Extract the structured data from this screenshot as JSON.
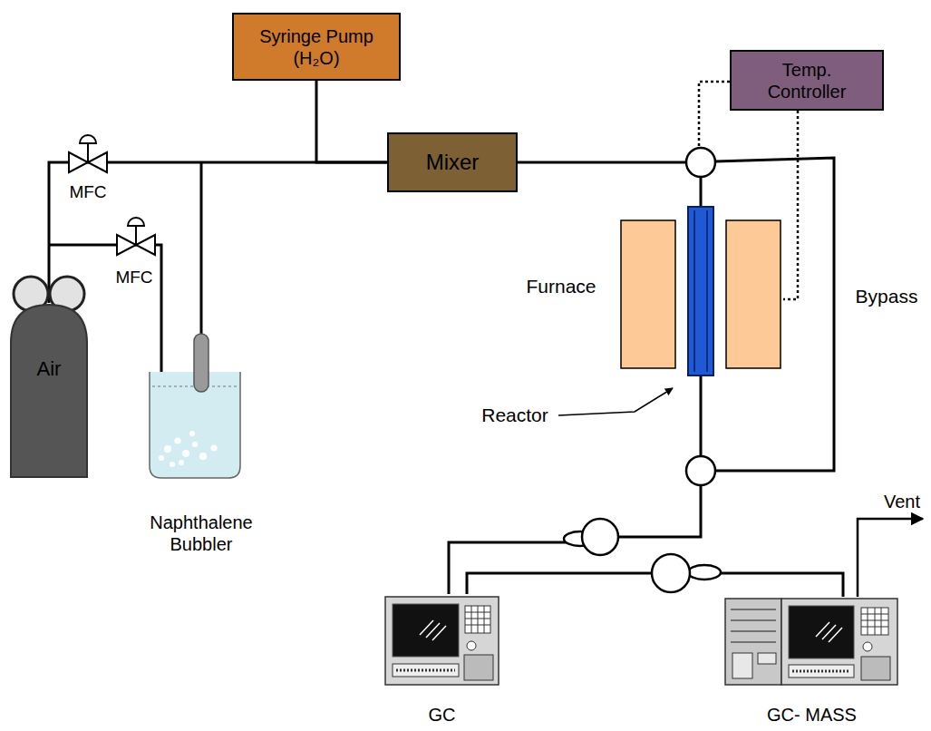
{
  "diagram": {
    "nodes": [
      {
        "text": [
          "Syringe Pump (H₂O)"
        ]
      },
      {
        "text": [
          "Temp. Controller"
        ]
      },
      {
        "text": [
          "Mixer"
        ]
      },
      {
        "text": [
          "Air"
        ]
      },
      {
        "text": [
          "GC"
        ]
      },
      {
        "text": [
          "GC- MASS"
        ]
      }
    ],
    "edges": [
      {
        "from": 0,
        "to": 2,
        "arrow": "none"
      },
      {
        "from": 3,
        "to": 2,
        "arrow": "none"
      },
      {
        "from": 4,
        "to": 5,
        "arrow": "none"
      }
    ],
    "labels": [
      "MFC",
      "MFC",
      "Naphthalene Bubbler",
      "Furnace",
      "Reactor",
      "Bypass",
      "Vent"
    ]
  }
}
